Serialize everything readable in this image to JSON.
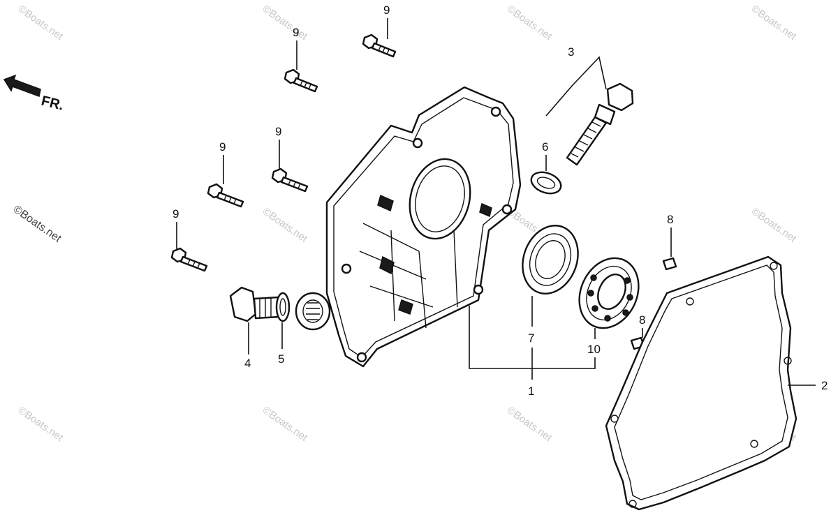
{
  "direction_label": "FR.",
  "watermark": "©Boats.net",
  "callouts": {
    "c1": "1",
    "c2": "2",
    "c3": "3",
    "c4": "4",
    "c5": "5",
    "c6": "6",
    "c7": "7",
    "c8a": "8",
    "c8b": "8",
    "c9a": "9",
    "c9b": "9",
    "c9c": "9",
    "c9d": "9",
    "c9e": "9",
    "c10": "10"
  }
}
